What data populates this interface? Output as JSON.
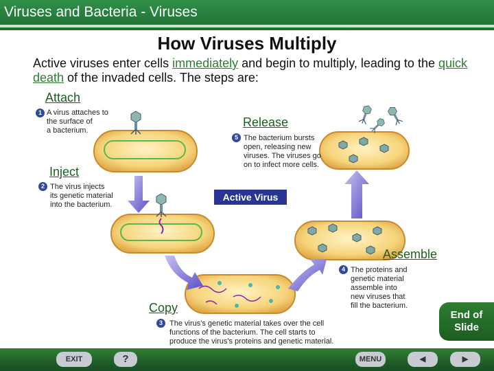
{
  "header": {
    "title_main": "Viruses and Bacteria",
    "title_rest": " - Viruses"
  },
  "title": "How Viruses Multiply",
  "intro": {
    "part1": "Active viruses enter cells ",
    "kw1": "immediately",
    "part2": " and begin to multiply, leading to the ",
    "kw2": "quick death",
    "part3": " of the invaded cells. The steps are:"
  },
  "steps": {
    "attach": {
      "label": "Attach",
      "num": "1",
      "text": [
        "A virus attaches to",
        "the surface of",
        "a bacterium."
      ]
    },
    "inject": {
      "label": "Inject",
      "num": "2",
      "text": [
        "The virus injects",
        "its genetic material",
        "into the bacterium."
      ]
    },
    "copy": {
      "label": "Copy",
      "num": "3",
      "text": [
        "The virus's genetic material takes over the cell",
        "functions of the bacterium. The cell starts to",
        "produce the virus's proteins and genetic material."
      ]
    },
    "assemble": {
      "label": "Assemble",
      "num": "4",
      "text": [
        "The proteins and",
        "genetic material",
        "assemble into",
        "new viruses that",
        "fill the bacterium."
      ]
    },
    "release": {
      "label": "Release",
      "num": "5",
      "text": [
        "The bacterium bursts",
        "open, releasing new",
        "viruses. The viruses go",
        "on to infect more cells."
      ]
    }
  },
  "center_label": "Active Virus",
  "end_button": {
    "line1": "End of",
    "line2": "Slide"
  },
  "nav": {
    "exit": "EXIT",
    "help": "?",
    "menu": "MENU",
    "prev": "◀",
    "next": "▶"
  },
  "colors": {
    "header_green": "#1f6e34",
    "keyword": "#2e7d32",
    "badge": "#283593"
  }
}
